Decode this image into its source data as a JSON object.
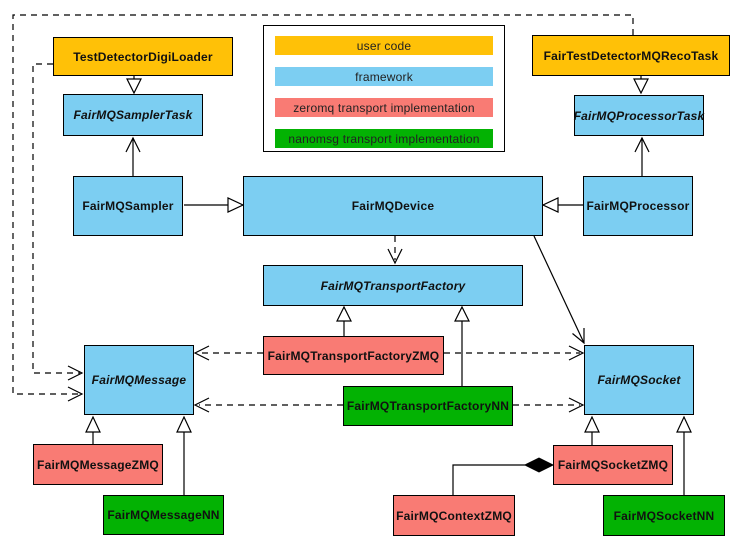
{
  "diagram": {
    "colors": {
      "user_code": "#FFC107",
      "framework": "#7CCEF2",
      "zeromq": "#F97B74",
      "nanomsg": "#03B203"
    },
    "legend": {
      "items": [
        {
          "label": "user code",
          "color": "#FFC107"
        },
        {
          "label": "framework",
          "color": "#7CCEF2"
        },
        {
          "label": "zeromq transport implementation",
          "color": "#F97B74"
        },
        {
          "label": "nanomsg transport implementation",
          "color": "#03B203"
        }
      ]
    },
    "nodes": {
      "digi_loader": {
        "label": "TestDetectorDigiLoader"
      },
      "sampler_task": {
        "label": "FairMQSamplerTask"
      },
      "reco_task": {
        "label": "FairTestDetectorMQRecoTask"
      },
      "processor_task": {
        "label": "FairMQProcessorTask"
      },
      "sampler": {
        "label": "FairMQSampler"
      },
      "device": {
        "label": "FairMQDevice"
      },
      "processor": {
        "label": "FairMQProcessor"
      },
      "transport_factory": {
        "label": "FairMQTransportFactory"
      },
      "factory_zmq": {
        "label": "FairMQTransportFactoryZMQ"
      },
      "factory_nn": {
        "label": "FairMQTransportFactoryNN"
      },
      "message": {
        "label": "FairMQMessage"
      },
      "socket": {
        "label": "FairMQSocket"
      },
      "message_zmq": {
        "label": "FairMQMessageZMQ"
      },
      "message_nn": {
        "label": "FairMQMessageNN"
      },
      "socket_zmq": {
        "label": "FairMQSocketZMQ"
      },
      "context_zmq": {
        "label": "FairMQContextZMQ"
      },
      "socket_nn": {
        "label": "FairMQSocketNN"
      }
    }
  }
}
